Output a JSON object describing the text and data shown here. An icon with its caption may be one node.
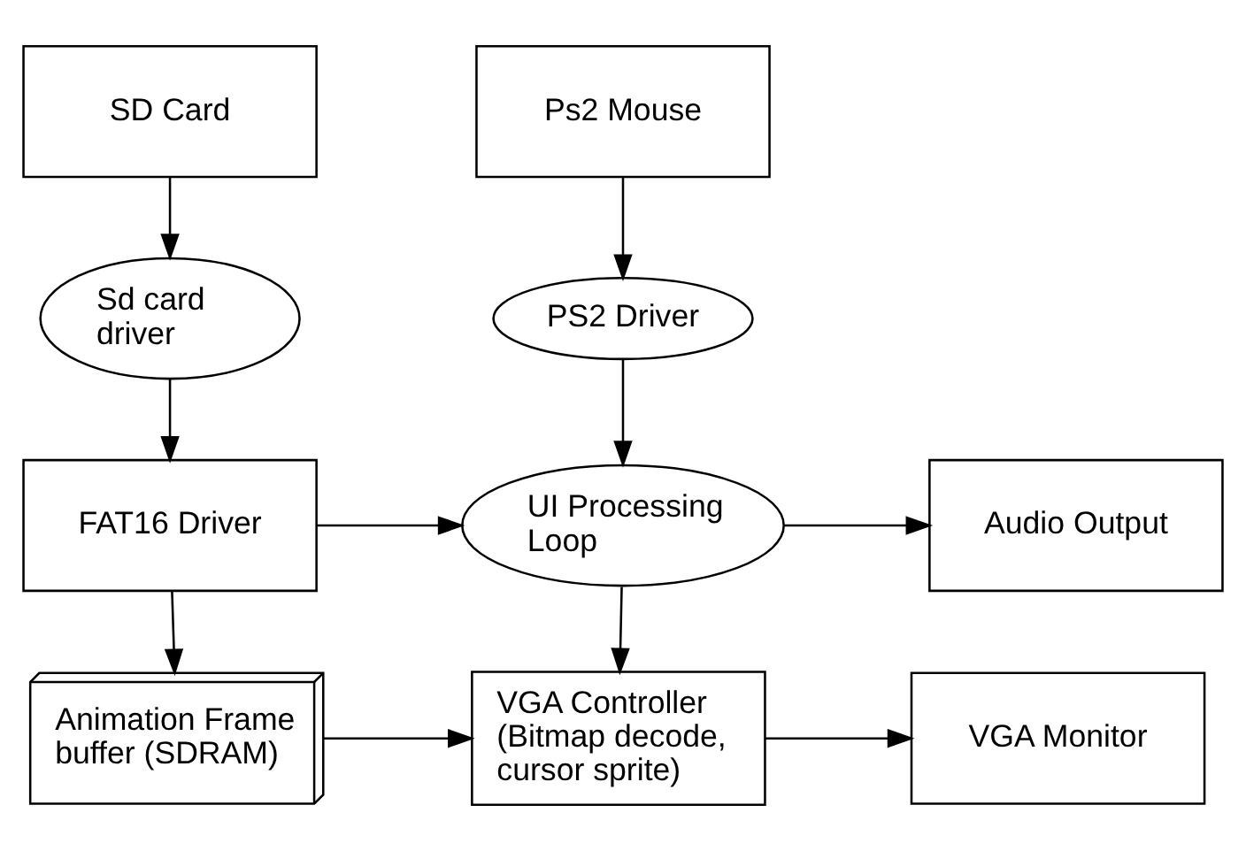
{
  "diagram": {
    "nodes": [
      {
        "text": [
          "SD Card"
        ]
      },
      {
        "text": [
          "Ps2 Mouse"
        ]
      },
      {
        "text": [
          "Sd card driver"
        ]
      },
      {
        "text": [
          "PS2 Driver"
        ]
      },
      {
        "text": [
          "FAT16 Driver"
        ]
      },
      {
        "text": [
          "UI Processing Loop"
        ]
      },
      {
        "text": [
          "Audio Output"
        ]
      },
      {
        "text": [
          "Animation Frame buffer (SDRAM)"
        ]
      },
      {
        "text": [
          "VGA Controller (Bitmap decode, cursor sprite)"
        ]
      },
      {
        "text": [
          "VGA Monitor"
        ]
      }
    ],
    "edges": [
      {
        "from": 0,
        "to": 2,
        "arrow": "to"
      },
      {
        "from": 1,
        "to": 3,
        "arrow": "to"
      },
      {
        "from": 2,
        "to": 4,
        "arrow": "to"
      },
      {
        "from": 3,
        "to": 5,
        "arrow": "to"
      },
      {
        "from": 4,
        "to": 5,
        "arrow": "to"
      },
      {
        "from": 5,
        "to": 6,
        "arrow": "to"
      },
      {
        "from": 4,
        "to": 7,
        "arrow": "to"
      },
      {
        "from": 5,
        "to": 8,
        "arrow": "to"
      },
      {
        "from": 7,
        "to": 8,
        "arrow": "to"
      },
      {
        "from": 8,
        "to": 9,
        "arrow": "to"
      }
    ]
  }
}
